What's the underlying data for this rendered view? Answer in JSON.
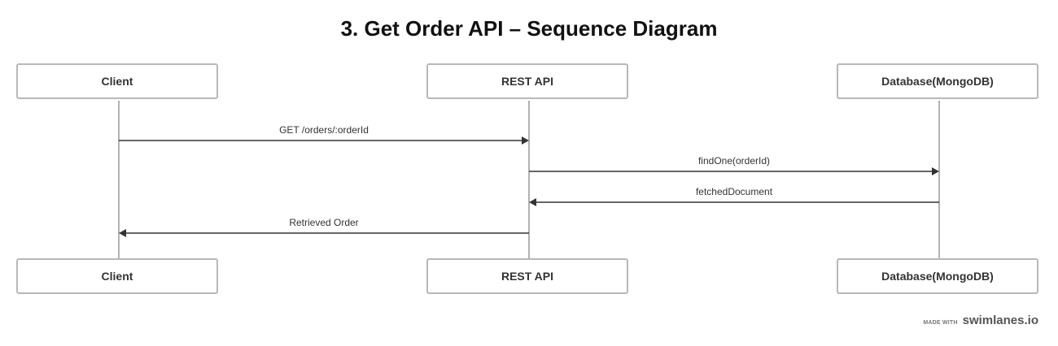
{
  "title": "3. Get Order API – Sequence Diagram",
  "actors": [
    {
      "label": "Client"
    },
    {
      "label": "REST API"
    },
    {
      "label": "Database(MongoDB)"
    }
  ],
  "messages": [
    {
      "from": 0,
      "to": 1,
      "label": "GET /orders/:orderId"
    },
    {
      "from": 1,
      "to": 2,
      "label": "findOne(orderId)"
    },
    {
      "from": 2,
      "to": 1,
      "label": "fetchedDocument"
    },
    {
      "from": 1,
      "to": 0,
      "label": "Retrieved Order"
    }
  ],
  "watermark": {
    "prefix": "MADE WITH",
    "brand": "swimlanes.io"
  },
  "colors": {
    "line": "#333333",
    "lifeline": "#999999",
    "box_border": "#b8b8b8"
  }
}
